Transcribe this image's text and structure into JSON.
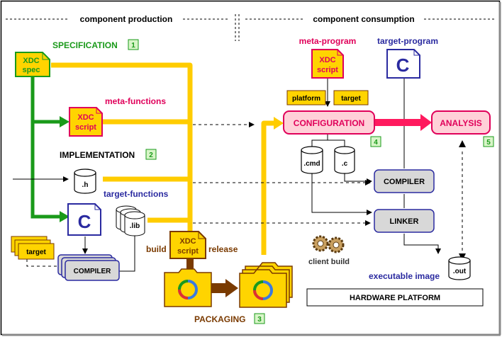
{
  "headers": {
    "production": "component production",
    "consumption": "component consumption"
  },
  "stages": {
    "specification": {
      "label": "SPECIFICATION",
      "number": "1"
    },
    "implementation": {
      "label": "IMPLEMENTATION",
      "number": "2"
    },
    "packaging": {
      "label": "PACKAGING",
      "number": "3"
    },
    "configuration": {
      "label": "CONFIGURATION",
      "number": "4"
    },
    "analysis": {
      "label": "ANALYSIS",
      "number": "5"
    }
  },
  "documents": {
    "xdc_spec": {
      "line1": "XDC",
      "line2": "spec"
    },
    "xdc_script": {
      "line1": "XDC",
      "line2": "script"
    },
    "c_icon": "C"
  },
  "labels": {
    "meta_functions": "meta-functions",
    "target_functions": "target-functions",
    "meta_program": "meta-program",
    "target_program": "target-program",
    "build": "build",
    "release": "release",
    "client_build": "client build",
    "executable_image": "executable image"
  },
  "tags": {
    "platform": "platform",
    "target_consume": "target",
    "target_produce": "target"
  },
  "files": {
    "h": ".h",
    "lib": ".lib",
    "cmd": ".cmd",
    "c": ".c",
    "out": ".out"
  },
  "tools": {
    "compiler_produce": "COMPILER",
    "compiler_consume": "COMPILER",
    "linker": "LINKER"
  },
  "platform": "HARDWARE PLATFORM",
  "colors": {
    "spec_green": "#1a9a1a",
    "stage_red": "#e0005a",
    "target_blue": "#2a2aa0",
    "package_brown": "#7a3a00",
    "flow_yellow": "#ffcc00",
    "doc_yellow": "#ffd400",
    "config_pink": "#ffd0d8",
    "tool_gray": "#d8d8d8"
  }
}
